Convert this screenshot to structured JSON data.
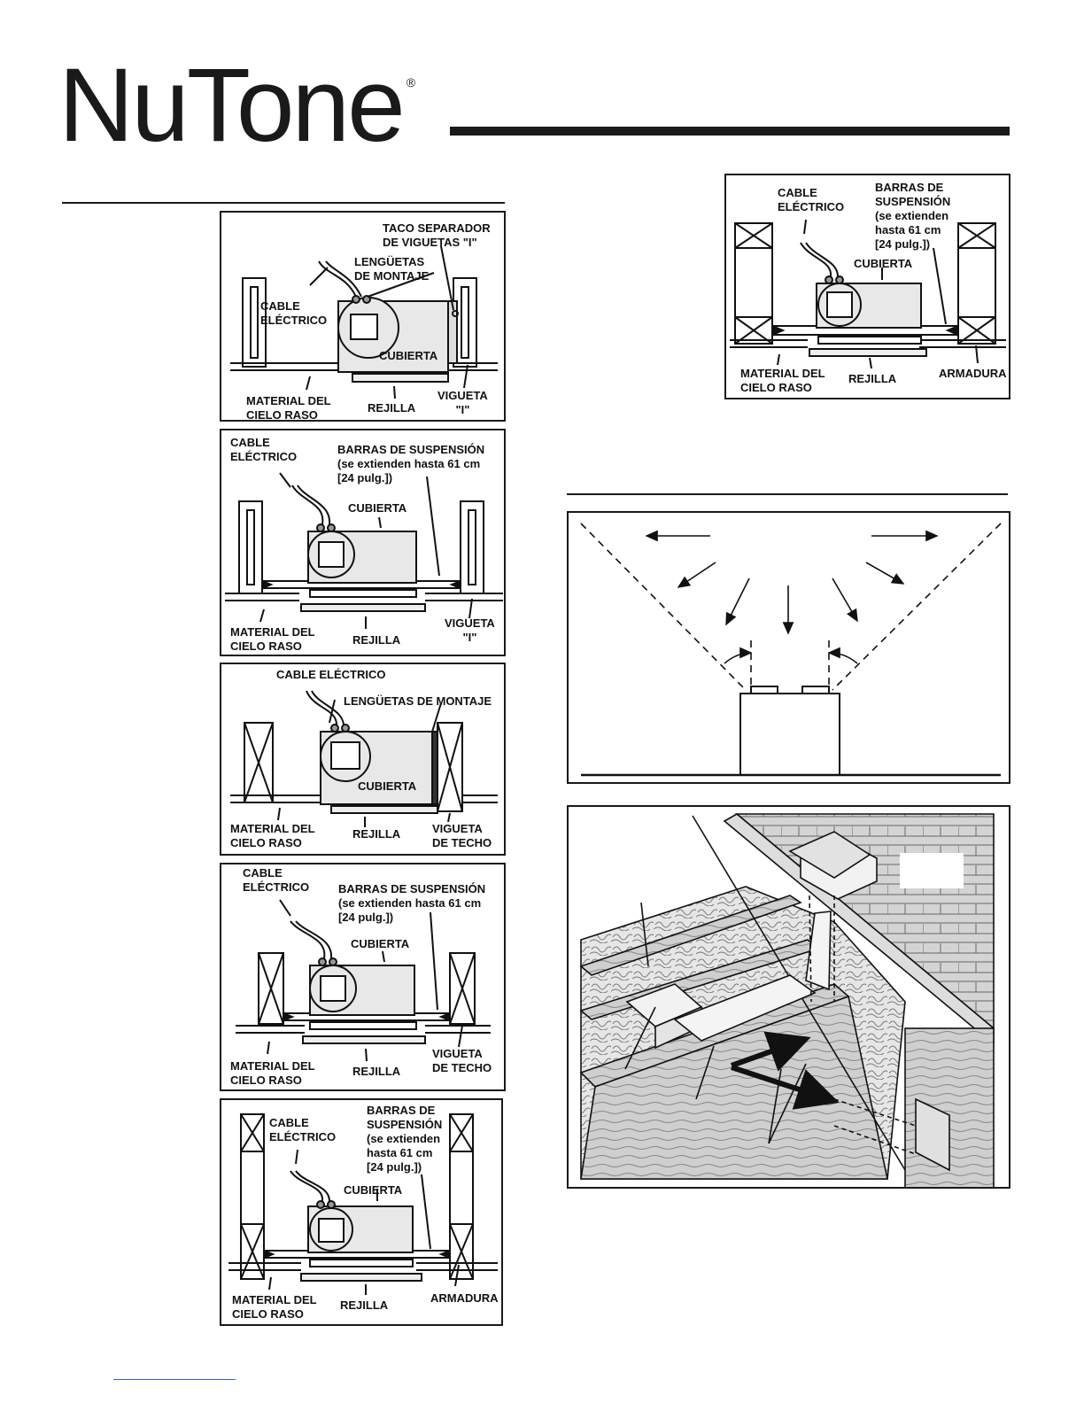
{
  "brand": {
    "name": "NuTone",
    "reg_mark": "®"
  },
  "panel1": {
    "taco": "TACO SEPARADOR\nDE VIGUETAS \"I\"",
    "lenguetas": "LENGÜETAS\nDE MONTAJE",
    "cable": "CABLE\nELÉCTRICO",
    "cubierta": "CUBIERTA",
    "material": "MATERIAL DEL\nCIELO RASO",
    "rejilla": "REJILLA",
    "vigueta": "VIGUETA\n\"I\""
  },
  "panel2": {
    "cable": "CABLE\nELÉCTRICO",
    "barras": "BARRAS DE SUSPENSIÓN\n(se extienden hasta 61 cm\n[24 pulg.])",
    "cubierta": "CUBIERTA",
    "material": "MATERIAL DEL\nCIELO RASO",
    "rejilla": "REJILLA",
    "vigueta": "VIGUETA\n\"I\""
  },
  "panel3": {
    "cable": "CABLE ELÉCTRICO",
    "lenguetas": "LENGÜETAS DE MONTAJE",
    "cubierta": "CUBIERTA",
    "material": "MATERIAL DEL\nCIELO RASO",
    "rejilla": "REJILLA",
    "vigueta": "VIGUETA\nDE TECHO"
  },
  "panel4": {
    "cable": "CABLE\nELÉCTRICO",
    "barras": "BARRAS DE SUSPENSIÓN\n(se extienden hasta 61 cm\n[24 pulg.])",
    "cubierta": "CUBIERTA",
    "material": "MATERIAL DEL\nCIELO RASO",
    "rejilla": "REJILLA",
    "vigueta": "VIGUETA\nDE TECHO"
  },
  "panel5": {
    "cable": "CABLE\nELÉCTRICO",
    "barras": "BARRAS DE\nSUSPENSIÓN\n(se extienden\nhasta 61 cm\n[24 pulg.])",
    "cubierta": "CUBIERTA",
    "material": "MATERIAL DEL\nCIELO RASO",
    "rejilla": "REJILLA",
    "armadura": "ARMADURA"
  },
  "panel6": {
    "cable": "CABLE\nELÉCTRICO",
    "barras": "BARRAS DE\nSUSPENSIÓN\n(se extienden\nhasta 61 cm\n[24 pulg.])",
    "cubierta": "CUBIERTA",
    "material": "MATERIAL DEL\nCIELO RASO",
    "rejilla": "REJILLA",
    "armadura": "ARMADURA"
  }
}
